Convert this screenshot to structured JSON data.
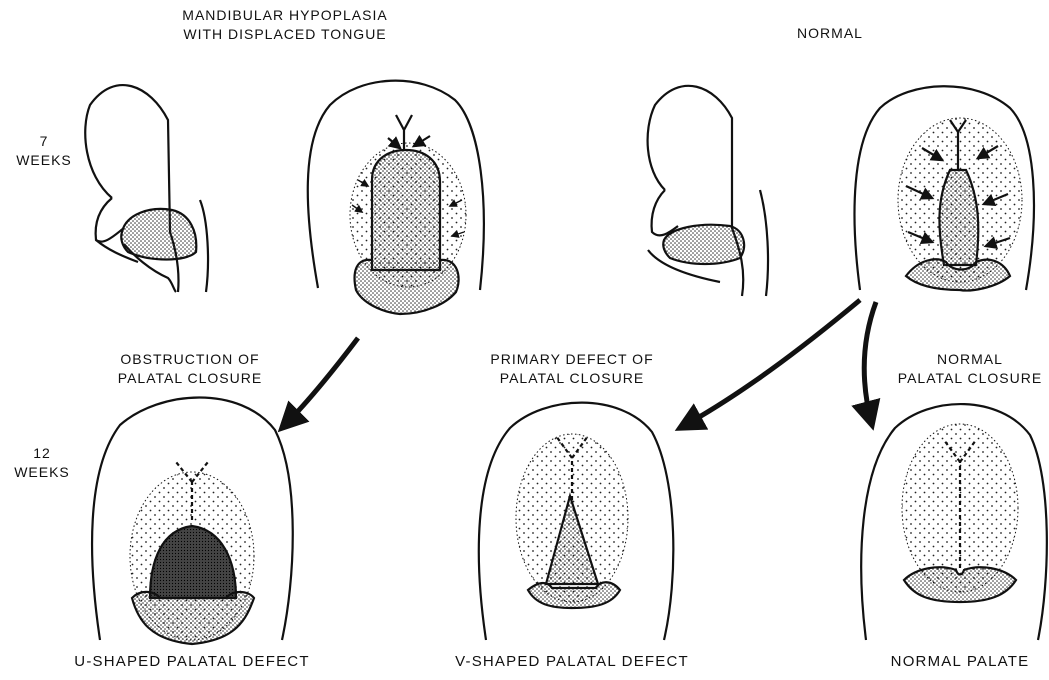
{
  "headings": {
    "mandibular": [
      "MANDIBULAR HYPOPLASIA",
      "WITH DISPLACED TONGUE"
    ],
    "normal": "NORMAL"
  },
  "stages": {
    "week7": [
      "7",
      "WEEKS"
    ],
    "week12": [
      "12",
      "WEEKS"
    ]
  },
  "pathways": {
    "obstruction": [
      "OBSTRUCTION OF",
      "PALATAL CLOSURE"
    ],
    "primary": [
      "PRIMARY DEFECT OF",
      "PALATAL CLOSURE"
    ],
    "normal_closure": [
      "NORMAL",
      "PALATAL CLOSURE"
    ]
  },
  "outcomes": {
    "u_shaped": "U-SHAPED PALATAL DEFECT",
    "v_shaped": "V-SHAPED PALATAL DEFECT",
    "normal_palate": "NORMAL PALATE"
  },
  "colors": {
    "ink": "#111111",
    "stipple": "#222222",
    "background": "#ffffff"
  }
}
